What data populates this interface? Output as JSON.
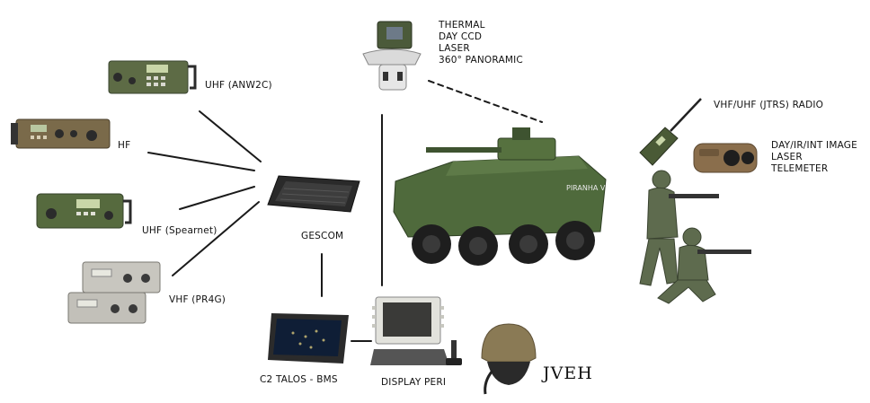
{
  "labels": {
    "uhf_anw2c": "UHF (ANW2C)",
    "hf": "HF",
    "uhf_spearnet": "UHF (Spearnet)",
    "vhf_pr4g": "VHF (PR4G)",
    "gescom": "GESCOM",
    "c2_talos": "C2 TALOS - BMS",
    "display_peri": "DISPLAY PERI",
    "jveh": "JVEH",
    "sensor": [
      "THERMAL",
      "DAY CCD",
      "LASER",
      "360° PANORAMIC"
    ],
    "jtrs": "VHF/UHF (JTRS) RADIO",
    "day_ir": [
      "DAY/IR/INT IMAGE",
      "LASER",
      "TELEMETER"
    ],
    "vehicle_marking": "PIRANHA V"
  },
  "colors": {
    "radio_green": "#5d6b45",
    "vehicle_green": "#4f6a3c",
    "line": "#1a1a1a"
  }
}
